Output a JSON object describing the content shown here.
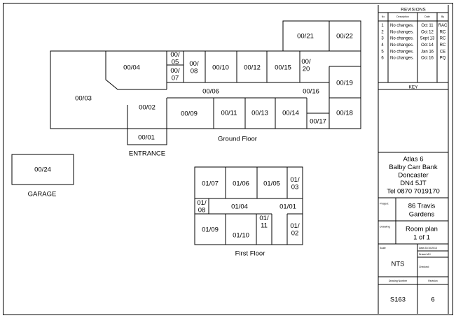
{
  "rooms": {
    "r0021": "00/21",
    "r0022": "00/22",
    "r0004": "00/04",
    "r0005": "00/\n05",
    "r0007": "00/\n07",
    "r0008": "00/\n08",
    "r0010": "00/10",
    "r0012": "00/12",
    "r0015": "00/15",
    "r0020": "00/\n20",
    "r0019": "00/19",
    "r0003": "00/03",
    "r0006": "00/06",
    "r0016": "00/16",
    "r0002": "00/02",
    "r0009": "00/09",
    "r0011": "00/11",
    "r0013": "00/13",
    "r0014": "00/14",
    "r0017": "00/17",
    "r0018": "00/18",
    "r0001": "00/01",
    "r0024": "00/24",
    "r0107": "01/07",
    "r0106": "01/06",
    "r0105": "01/05",
    "r0103": "01/\n03",
    "r0108": "01/\n08",
    "r0104": "01/04",
    "r0101": "01/01",
    "r0111": "01/\n11",
    "r0109": "01/09",
    "r0110": "01/10",
    "r0102": "01/\n02"
  },
  "labels": {
    "entrance": "ENTRANCE",
    "ground_floor": "Ground Floor",
    "garage": "GARAGE",
    "first_floor": "First Floor"
  },
  "title_block": {
    "revisions_title": "REVISIONS",
    "headers": {
      "no": "No",
      "description": "Description",
      "date": "Date",
      "by": "By"
    },
    "revisions": [
      {
        "no": "1",
        "description": "No changes.",
        "date": "Oct 11",
        "by": "RAC"
      },
      {
        "no": "2",
        "description": "No changes.",
        "date": "Oct 12",
        "by": "RC"
      },
      {
        "no": "3",
        "description": "No changes.",
        "date": "Sept 13",
        "by": "RC"
      },
      {
        "no": "4",
        "description": "No changes.",
        "date": "Oct 14",
        "by": "RC"
      },
      {
        "no": "5",
        "description": "No changes.",
        "date": "Jan 16",
        "by": "CE"
      },
      {
        "no": "6",
        "description": "No changes.",
        "date": "Oct 16",
        "by": "PQ"
      }
    ],
    "key_title": "KEY",
    "address": [
      "Atlas 6",
      "Balby Carr Bank",
      "Doncaster",
      "DN4 5JT",
      "Tel 0870 7019170"
    ],
    "project_label": "Project",
    "project": [
      "86 Travis",
      "Gardens"
    ],
    "drawing_label": "Drawing",
    "drawing": [
      "Room plan",
      "1 of 1"
    ],
    "scale_label": "Scale",
    "scale": "NTS",
    "date_label": "Date:23/10/2013",
    "drawn_label": "Drawn:MH",
    "checked_label": "Checked:",
    "drawing_number_label": "Drawing Number",
    "revision_label": "Revision",
    "drawing_number": "S163",
    "revision": "6"
  }
}
